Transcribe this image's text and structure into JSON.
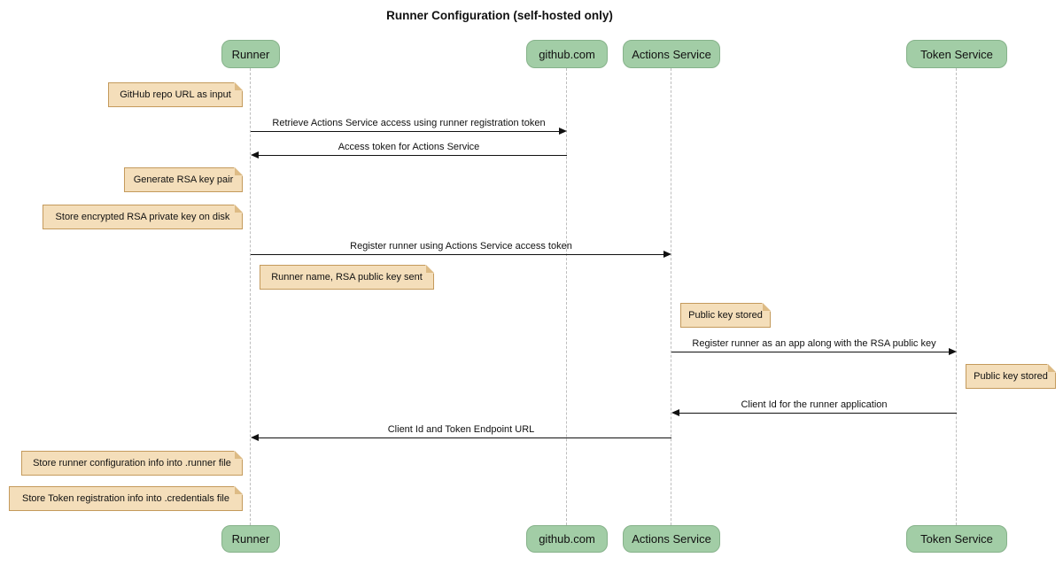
{
  "title": "Runner Configuration (self-hosted only)",
  "participants": [
    {
      "label": "Runner"
    },
    {
      "label": "github.com"
    },
    {
      "label": "Actions Service"
    },
    {
      "label": "Token Service"
    }
  ],
  "messages": [
    {
      "from": "Runner",
      "to": "github.com",
      "text": "Retrieve Actions Service access using runner registration token"
    },
    {
      "from": "github.com",
      "to": "Runner",
      "text": "Access token for Actions Service"
    },
    {
      "from": "Runner",
      "to": "Actions Service",
      "text": "Register runner using Actions Service access token"
    },
    {
      "from": "Actions Service",
      "to": "Token Service",
      "text": "Register runner as an app along with the RSA public key"
    },
    {
      "from": "Token Service",
      "to": "Actions Service",
      "text": "Client Id for the runner application"
    },
    {
      "from": "Actions Service",
      "to": "Runner",
      "text": "Client Id and Token Endpoint URL"
    }
  ],
  "notes": [
    {
      "anchor": "Runner",
      "side": "left",
      "text": "GitHub repo URL as input"
    },
    {
      "anchor": "Runner",
      "side": "left",
      "text": "Generate RSA key pair"
    },
    {
      "anchor": "Runner",
      "side": "left",
      "text": "Store encrypted RSA private key on disk"
    },
    {
      "anchor": "Runner",
      "side": "right",
      "text": "Runner name, RSA public key sent"
    },
    {
      "anchor": "Actions Service",
      "side": "right",
      "text": "Public key stored"
    },
    {
      "anchor": "Token Service",
      "side": "right",
      "text": "Public key stored"
    },
    {
      "anchor": "Runner",
      "side": "left",
      "text": "Store runner configuration info into .runner file"
    },
    {
      "anchor": "Runner",
      "side": "left",
      "text": "Store Token registration info into .credentials file"
    }
  ],
  "colors": {
    "participant_fill": "#a2cda6",
    "participant_border": "#86b28a",
    "note_fill": "#f4deba",
    "note_border": "#c49a5c",
    "lifeline": "#bdbdbd",
    "arrow": "#111111",
    "background": "#ffffff"
  }
}
